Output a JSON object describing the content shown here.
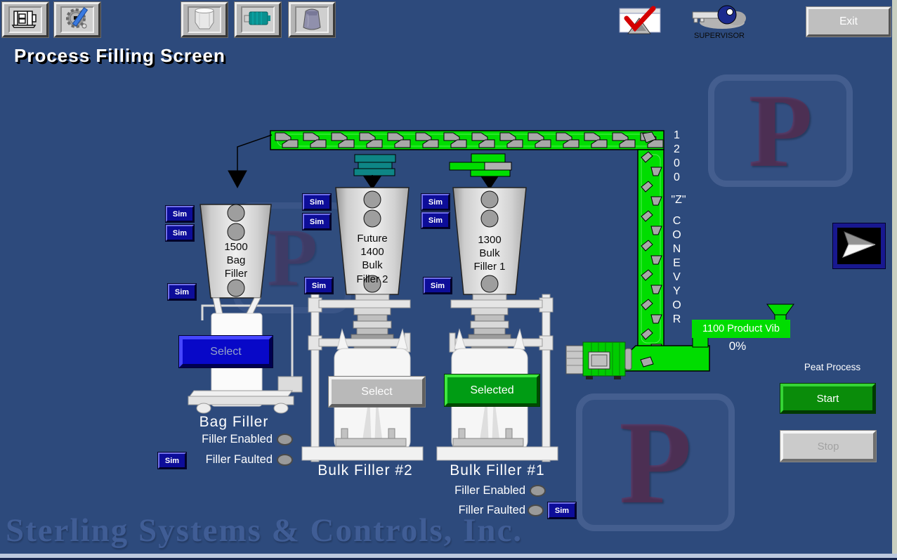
{
  "header": {
    "title": "Process Filling Screen",
    "supervisor_label": "SUPERVISOR",
    "exit_label": "Exit"
  },
  "toolbar": {
    "icons": [
      "motor",
      "gear-tool",
      "bin",
      "teal-motor",
      "bag"
    ]
  },
  "status_icons": {
    "check_window": "alarm-check-icon",
    "key": "supervisor-key-icon"
  },
  "conveyor": {
    "id": "1200",
    "z": "\"Z\"",
    "name": "CONEVYOR",
    "product_vib_label": "1100 Product Vib",
    "product_vib_value": "0%"
  },
  "sim_label": "Sim",
  "fillers": {
    "bag": {
      "l1": "1500",
      "l2": "Bag",
      "l3": "Filler",
      "select": "Select",
      "name": "Bag Filler",
      "enabled": "Filler Enabled",
      "faulted": "Filler Faulted"
    },
    "bulk2": {
      "l1": "Future",
      "l2": "1400",
      "l3": "Bulk",
      "l4": "Filler 2",
      "select": "Select",
      "name": "Bulk Filler #2"
    },
    "bulk1": {
      "l1": "1300",
      "l2": "Bulk",
      "l3": "Filler 1",
      "select": "Selected",
      "name": "Bulk Filler #1",
      "enabled": "Filler Enabled",
      "faulted": "Filler Faulted"
    }
  },
  "process": {
    "label": "Peat Process",
    "start": "Start",
    "stop": "Stop"
  },
  "watermark": {
    "company": "Sterling Systems & Controls, Inc.",
    "logo_letter": "P"
  },
  "colors": {
    "background": "#2d4a7c",
    "conveyor_green": "#00dd00",
    "select_blue": "#0808c8",
    "selected_green": "#009c14",
    "sim_navy": "#0d0d99",
    "start_green": "#0a8c0a"
  }
}
